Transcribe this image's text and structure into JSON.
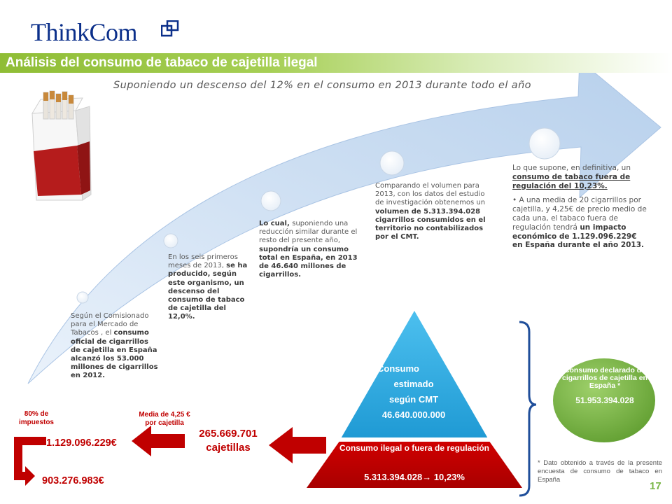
{
  "header": {
    "logo_text": "ThinkCom",
    "title": "Análisis del consumo de tabaco de cajetilla ilegal",
    "subtitle": "Suponiendo un descenso del 12% en el consumo en 2013 durante todo el año"
  },
  "steps": [
    {
      "pre": "Según el Comisionado para el Mercado de Tabacos , el ",
      "bold": "consumo oficial de cigarrillos de cajetilla en España alcanzó los 53.000 millones de cigarrillos en 2012."
    },
    {
      "pre": "En los seis primeros meses de 2013, ",
      "bold": "se ha producido, según este organismo, un descenso del consumo de tabaco de cajetilla del 12,0%."
    },
    {
      "bold1": "Lo cual, ",
      "mid": "suponiendo una reducción similar durante el resto del presente año, ",
      "bold2": "supondría un consumo total en España, en 2013 de 46.640 millones de cigarrillos."
    },
    {
      "pre": "Comparando el volumen para 2013, con los datos del estudio de investigación obtenemos un ",
      "bold": "volumen de 5.313.394.028 cigarrillos consumidos en el territorio no contabilizados por el CMT."
    },
    {
      "pre": "Lo que supone, en definitiva, un ",
      "underline": "consumo de tabaco fuera de regulación del 10,23%.",
      "bullet_pre": "A una media de 20 cigarrillos por cajetilla, y 4,25€ de precio medio de cada una, el tabaco fuera de regulación tendrá ",
      "bullet_bold": "un impacto económico de 1.129.096.229€ en España durante el año 2013."
    }
  ],
  "pyramid": {
    "top_lines": [
      "Consumo",
      "estimado",
      "según CMT",
      "46.640.000.000"
    ],
    "bottom_title": "Consumo ilegal o fuera de regulación",
    "bottom_value": "5.313.394.028→ 10,23%"
  },
  "declared": {
    "label": "Consumo declarado de cigarrillos de cajetilla en España *",
    "value": "51.953.394.028"
  },
  "footnote": "* Dato obtenido a través de la presente encuesta de consumo de tabaco en España",
  "flow": {
    "packs_value": "265.669.701",
    "packs_unit": "cajetillas",
    "price_note": "Media de 4,25 € por cajetilla",
    "impact_value": "1.129.096.229€",
    "tax_note": "80% de impuestos",
    "tax_value": "903.276.983€"
  },
  "page_number": "17",
  "colors": {
    "green_bar": "#8fbd35",
    "arrow_blue": "#c5daf0",
    "pyramid_blue": "#29a8e0",
    "pyramid_red": "#c00000",
    "circle_green": "#7ab648",
    "logo_blue": "#0b2f8a"
  }
}
